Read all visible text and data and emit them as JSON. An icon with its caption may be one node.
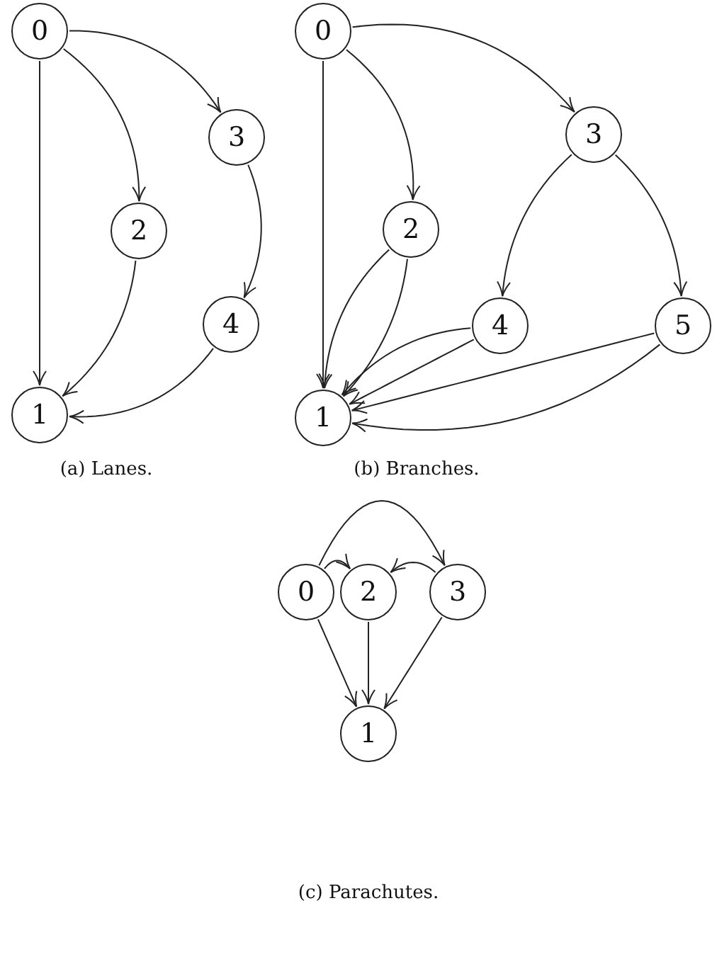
{
  "diagram": {
    "nodes": [
      {
        "text": [
          "0"
        ]
      },
      {
        "text": [
          "3"
        ]
      },
      {
        "text": [
          "2"
        ]
      },
      {
        "text": [
          "4"
        ]
      },
      {
        "text": [
          "1"
        ]
      },
      {
        "text": [
          "0"
        ]
      },
      {
        "text": [
          "3"
        ]
      },
      {
        "text": [
          "2"
        ]
      },
      {
        "text": [
          "4"
        ]
      },
      {
        "text": [
          "5"
        ]
      },
      {
        "text": [
          "1"
        ]
      },
      {
        "text": [
          "0"
        ]
      },
      {
        "text": [
          "2"
        ]
      },
      {
        "text": [
          "3"
        ]
      },
      {
        "text": [
          "1"
        ]
      }
    ],
    "edges": [
      {
        "from": 0,
        "to": 4,
        "arrow": "to"
      },
      {
        "from": 0,
        "to": 2,
        "arrow": "to"
      },
      {
        "from": 0,
        "to": 1,
        "arrow": "to"
      },
      {
        "from": 1,
        "to": 3,
        "arrow": "to"
      },
      {
        "from": 2,
        "to": 4,
        "arrow": "to"
      },
      {
        "from": 3,
        "to": 4,
        "arrow": "to"
      },
      {
        "from": 5,
        "to": 10,
        "arrow": "to"
      },
      {
        "from": 5,
        "to": 7,
        "arrow": "to"
      },
      {
        "from": 5,
        "to": 6,
        "arrow": "to"
      },
      {
        "from": 7,
        "to": 10,
        "arrow": "to"
      },
      {
        "from": 7,
        "to": 10,
        "arrow": "to"
      },
      {
        "from": 6,
        "to": 8,
        "arrow": "to"
      },
      {
        "from": 6,
        "to": 9,
        "arrow": "to"
      },
      {
        "from": 8,
        "to": 10,
        "arrow": "to"
      },
      {
        "from": 8,
        "to": 10,
        "arrow": "to"
      },
      {
        "from": 9,
        "to": 10,
        "arrow": "to"
      },
      {
        "from": 9,
        "to": 10,
        "arrow": "to"
      },
      {
        "from": 11,
        "to": 12,
        "arrow": "to"
      },
      {
        "from": 11,
        "to": 13,
        "arrow": "to"
      },
      {
        "from": 13,
        "to": 12,
        "arrow": "to"
      },
      {
        "from": 11,
        "to": 14,
        "arrow": "to"
      },
      {
        "from": 12,
        "to": 14,
        "arrow": "to"
      },
      {
        "from": 13,
        "to": 14,
        "arrow": "to"
      }
    ],
    "labels": [
      "(a) Lanes.",
      "(b) Branches.",
      "(c) Parachutes."
    ]
  }
}
